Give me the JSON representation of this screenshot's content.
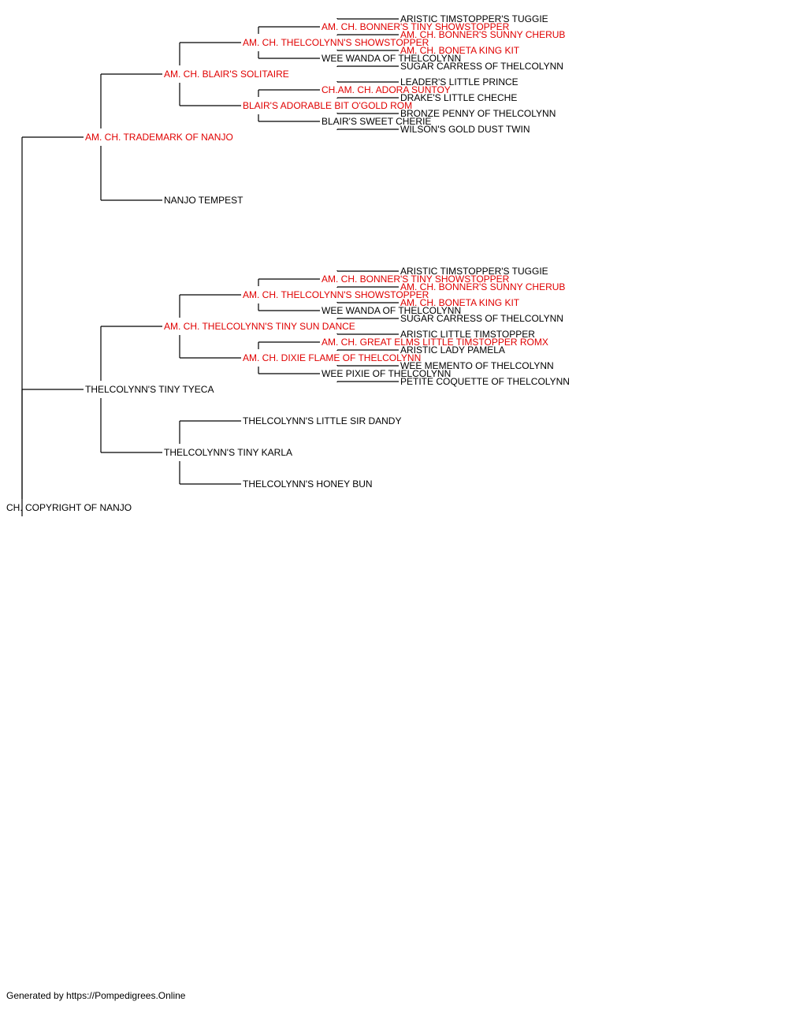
{
  "colors": {
    "champion": "#e00000",
    "regular": "#000000",
    "line": "#000000"
  },
  "pedigree": {
    "name": "CH. COPYRIGHT OF NANJO",
    "champion": false,
    "sire": {
      "name": "AM. CH. TRADEMARK OF NANJO",
      "champion": true,
      "sire": {
        "name": "AM. CH. BLAIR'S SOLITAIRE",
        "champion": true,
        "sire": {
          "name": "AM. CH. THELCOLYNN'S SHOWSTOPPER",
          "champion": true,
          "sire": {
            "name": "AM. CH. BONNER'S TINY SHOWSTOPPER",
            "champion": true,
            "sire": {
              "name": "ARISTIC TIMSTOPPER'S TUGGIE",
              "champion": false
            },
            "dam": {
              "name": "AM. CH. BONNER'S SUNNY CHERUB",
              "champion": true
            }
          },
          "dam": {
            "name": "WEE WANDA OF THELCOLYNN",
            "champion": false,
            "sire": {
              "name": "AM. CH. BONETA KING KIT",
              "champion": true
            },
            "dam": {
              "name": "SUGAR CARRESS OF THELCOLYNN",
              "champion": false
            }
          }
        },
        "dam": {
          "name": "BLAIR'S ADORABLE BIT O'GOLD ROM",
          "champion": true,
          "sire": {
            "name": "CH.AM. CH. ADORA SUNTOY",
            "champion": true,
            "sire": {
              "name": "LEADER'S LITTLE PRINCE",
              "champion": false
            },
            "dam": {
              "name": "DRAKE'S LITTLE CHECHE",
              "champion": false
            }
          },
          "dam": {
            "name": "BLAIR'S SWEET CHERIE",
            "champion": false,
            "sire": {
              "name": "BRONZE PENNY OF THELCOLYNN",
              "champion": false
            },
            "dam": {
              "name": "WILSON'S GOLD DUST TWIN",
              "champion": false
            }
          }
        }
      },
      "dam": {
        "name": "NANJO TEMPEST",
        "champion": false
      }
    },
    "dam": {
      "name": "THELCOLYNN'S TINY TYECA",
      "champion": false,
      "sire": {
        "name": "AM. CH. THELCOLYNN'S TINY SUN DANCE",
        "champion": true,
        "sire": {
          "name": "AM. CH. THELCOLYNN'S SHOWSTOPPER",
          "champion": true,
          "sire": {
            "name": "AM. CH. BONNER'S TINY SHOWSTOPPER",
            "champion": true,
            "sire": {
              "name": "ARISTIC TIMSTOPPER'S TUGGIE",
              "champion": false
            },
            "dam": {
              "name": "AM. CH. BONNER'S SUNNY CHERUB",
              "champion": true
            }
          },
          "dam": {
            "name": "WEE WANDA OF THELCOLYNN",
            "champion": false,
            "sire": {
              "name": "AM. CH. BONETA KING KIT",
              "champion": true
            },
            "dam": {
              "name": "SUGAR CARRESS OF THELCOLYNN",
              "champion": false
            }
          }
        },
        "dam": {
          "name": "AM. CH. DIXIE FLAME OF THELCOLYNN",
          "champion": true,
          "sire": {
            "name": "AM. CH. GREAT ELMS LITTLE TIMSTOPPER ROMX",
            "champion": true,
            "sire": {
              "name": "ARISTIC LITTLE TIMSTOPPER",
              "champion": false
            },
            "dam": {
              "name": "ARISTIC LADY PAMELA",
              "champion": false
            }
          },
          "dam": {
            "name": "WEE PIXIE OF THELCOLYNN",
            "champion": false,
            "sire": {
              "name": "WEE MEMENTO OF THELCOLYNN",
              "champion": false
            },
            "dam": {
              "name": "PETITE COQUETTE OF THELCOLYNN",
              "champion": false
            }
          }
        }
      },
      "dam": {
        "name": "THELCOLYNN'S TINY KARLA",
        "champion": false,
        "sire": {
          "name": "THELCOLYNN'S LITTLE SIR DANDY",
          "champion": false
        },
        "dam": {
          "name": "THELCOLYNN'S HONEY BUN",
          "champion": false
        }
      }
    }
  },
  "footer": "Generated by https://Pompedigrees.Online"
}
